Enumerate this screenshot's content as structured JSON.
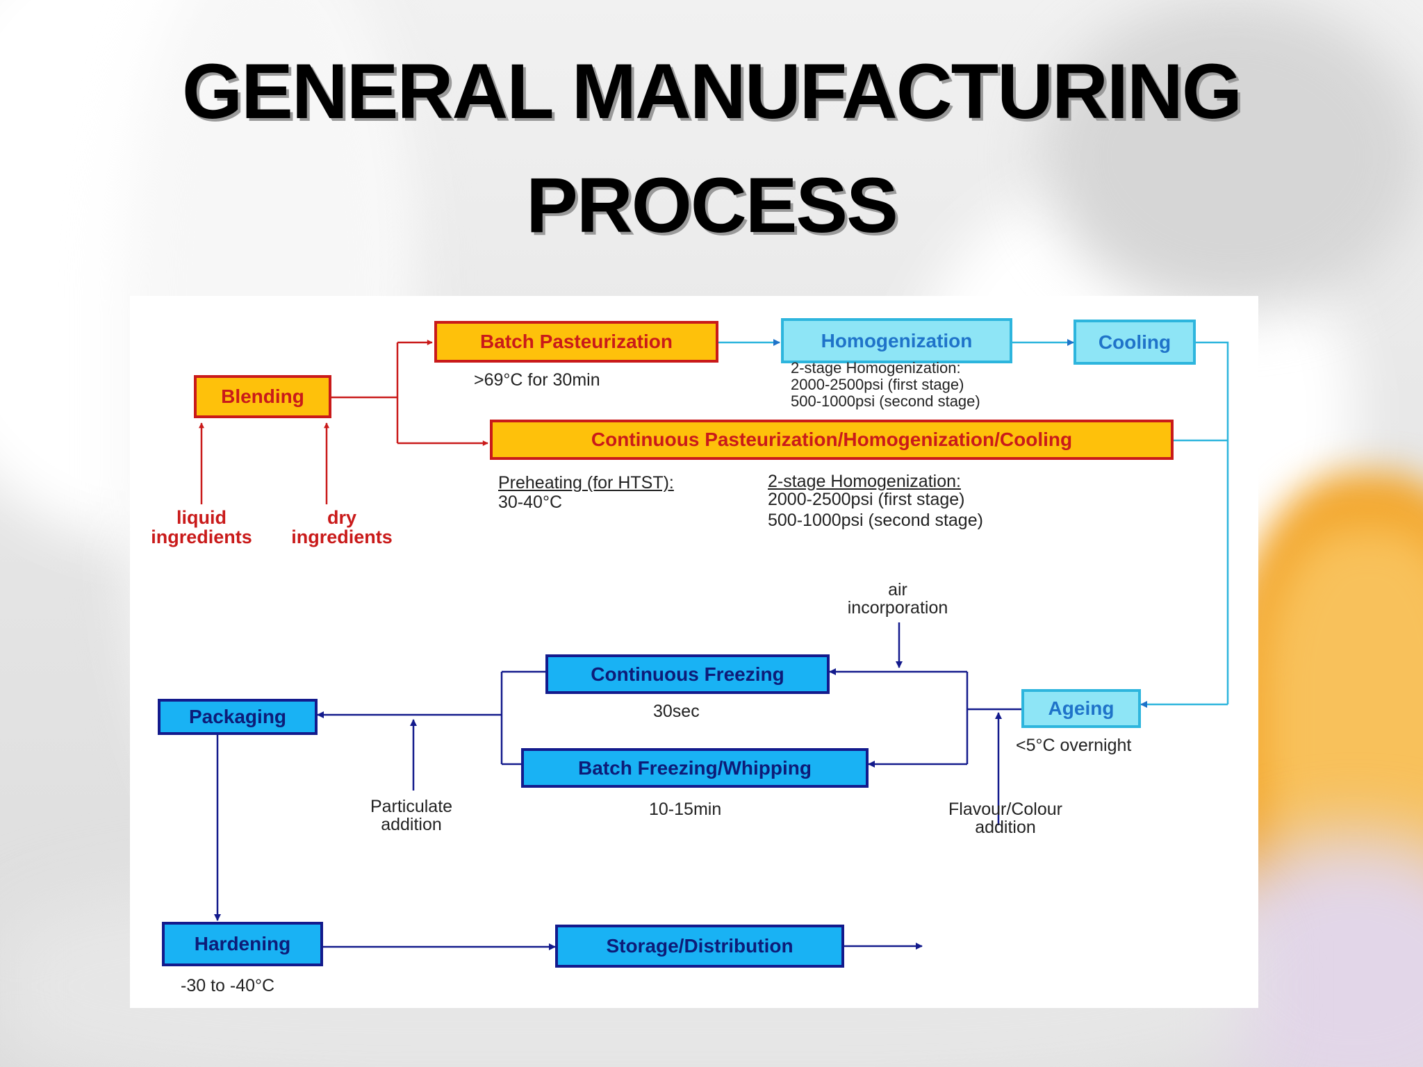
{
  "slide": {
    "title_line1": "GENERAL MANUFACTURING",
    "title_line2": "PROCESS"
  },
  "colors": {
    "orange_fill": "#fec10b",
    "red": "#c91a1a",
    "cyan_fill": "#8ee5f6",
    "cyan_border": "#2db5dd",
    "blue_fill": "#19b2f4",
    "navy": "#131a8c"
  },
  "flow": {
    "boxes": {
      "blending": "Blending",
      "batch_pasteurization": "Batch Pasteurization",
      "homogenization": "Homogenization",
      "cooling": "Cooling",
      "continuous_phc": "Continuous Pasteurization/Homogenization/Cooling",
      "ageing": "Ageing",
      "continuous_freezing": "Continuous Freezing",
      "batch_freezing": "Batch Freezing/Whipping",
      "packaging": "Packaging",
      "hardening": "Hardening",
      "storage": "Storage/Distribution"
    },
    "inputs": {
      "liquid_l1": "liquid",
      "liquid_l2": "ingredients",
      "dry_l1": "dry",
      "dry_l2": "ingredients"
    },
    "notes": {
      "batch_past": ">69°C for 30min",
      "homog_l1": "2-stage Homogenization:",
      "homog_l2": "2000-2500psi (first stage)",
      "homog_l3": "500-1000psi (second stage)",
      "preheat_l1": "Preheating (for HTST):",
      "preheat_l2": "30-40°C",
      "cont_homog_l1": "2-stage Homogenization:",
      "cont_homog_l2": "2000-2500psi (first stage)",
      "cont_homog_l3": "500-1000psi (second stage)",
      "air_l1": "air",
      "air_l2": "incorporation",
      "cont_freeze_time": "30sec",
      "ageing": "<5°C overnight",
      "batch_freeze_time": "10-15min",
      "particulate_l1": "Particulate",
      "particulate_l2": "addition",
      "flavour_l1": "Flavour/Colour",
      "flavour_l2": "addition",
      "hardening": "-30 to -40°C"
    }
  }
}
